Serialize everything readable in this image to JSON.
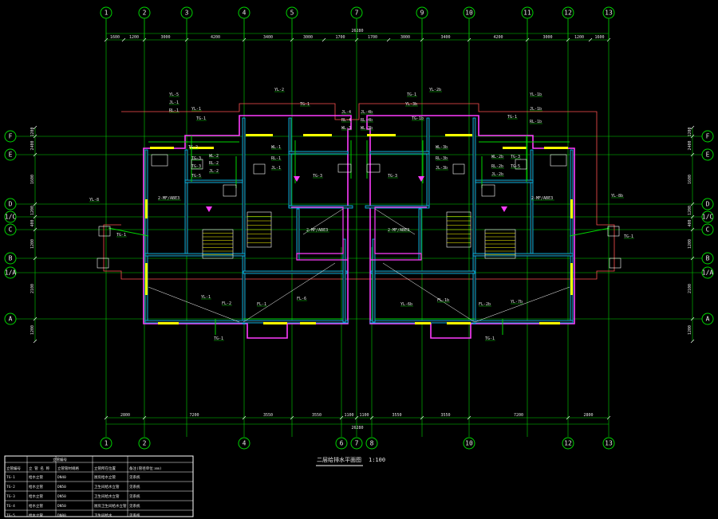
{
  "axes": {
    "top": [
      "1",
      "2",
      "3",
      "4",
      "5",
      "7",
      "9",
      "10",
      "11",
      "12",
      "13"
    ],
    "bottom": [
      "1",
      "2",
      "4",
      "6",
      "7",
      "8",
      "10",
      "12",
      "13"
    ],
    "left": [
      "F",
      "E",
      "D",
      "1/C",
      "C",
      "B",
      "1/A",
      "A"
    ],
    "right": [
      "F",
      "E",
      "D",
      "1/C",
      "C",
      "B",
      "1/A",
      "A"
    ]
  },
  "top_total": "26280",
  "top_dims": [
    "1600",
    "1200",
    "3000",
    "4200",
    "3400",
    "3000",
    "1700",
    "1700",
    "3000",
    "3400",
    "4200",
    "3000",
    "1200",
    "1600"
  ],
  "bottom_total": "26280",
  "bottom_dims": [
    "2800",
    "7200",
    "3550",
    "3550",
    "1100",
    "1100",
    "3550",
    "3550",
    "7200",
    "2800"
  ],
  "left_dims": [
    "1200",
    "2400",
    "1600",
    "1200",
    "400",
    "1200",
    "2100",
    "1200"
  ],
  "right_dims": [
    "1200",
    "2400",
    "1600",
    "1200",
    "400",
    "1200",
    "2100",
    "1200"
  ],
  "labels": [
    "YL-5",
    "JL-1",
    "RL-1",
    "TG-1",
    "YL-1",
    "TG-2",
    "TG-3",
    "YL-2",
    "TG-1",
    "JL-4",
    "JL-4b",
    "RL-4",
    "RL-4b",
    "WL-3",
    "WL-3b",
    "TG-1",
    "YL-3b",
    "YL-2b",
    "TG-1b",
    "TG-1",
    "YL-1b",
    "JL-1b",
    "RL-1b",
    "TG-3",
    "TG-5",
    "WL-2",
    "RL-2",
    "JL-2",
    "WL-1",
    "RL-1",
    "JL-1",
    "TG-3",
    "TG-3",
    "WL-2b",
    "RL-2b",
    "JL-2b",
    "TG-3",
    "TG-5",
    "WL-3b",
    "RL-3b",
    "JL-3b",
    "YL-8",
    "YL-8b",
    "TG-1",
    "TG-1",
    "2-MF/ABE3",
    "2-MF/ABE3",
    "2-MF/ABE3",
    "2-MF/ABE3",
    "YL-1",
    "FL-2",
    "FL-1",
    "FL-6",
    "YL-6b",
    "FL-1b",
    "FL-2b",
    "YL-7b",
    "TG-1",
    "TG-1"
  ],
  "drawing_title": "二层给排水平面图",
  "drawing_scale": "1:100",
  "legend_table": {
    "headers": [
      "立管编号",
      "立 管 名 称",
      "立管管材规格",
      "立管所在位置",
      "备注(管径单位:mm)"
    ],
    "rows": [
      [
        "TG-1",
        "给水立管",
        "DN40",
        "厨房给水立管",
        "见系统"
      ],
      [
        "TG-2",
        "给水立管",
        "DN50",
        "卫生间给水立管",
        "见系统"
      ],
      [
        "TG-3",
        "给水立管",
        "DN50",
        "卫生间给水立管",
        "见系统"
      ],
      [
        "TG-4",
        "给水立管",
        "DN50",
        "厨房卫生间给水立管",
        "见系统"
      ],
      [
        "TG-5",
        "给水立管",
        "DN80",
        "卫生间给水",
        "见系统"
      ]
    ]
  },
  "colors": {
    "axis": "#00d400",
    "wall": "#00c8ff",
    "wall_fill": "#1a1a1a",
    "outer": "#ff3cff",
    "window": "#ffff00",
    "facade": "#ff5050",
    "text": "#e8e8e8",
    "white": "#ffffff"
  }
}
